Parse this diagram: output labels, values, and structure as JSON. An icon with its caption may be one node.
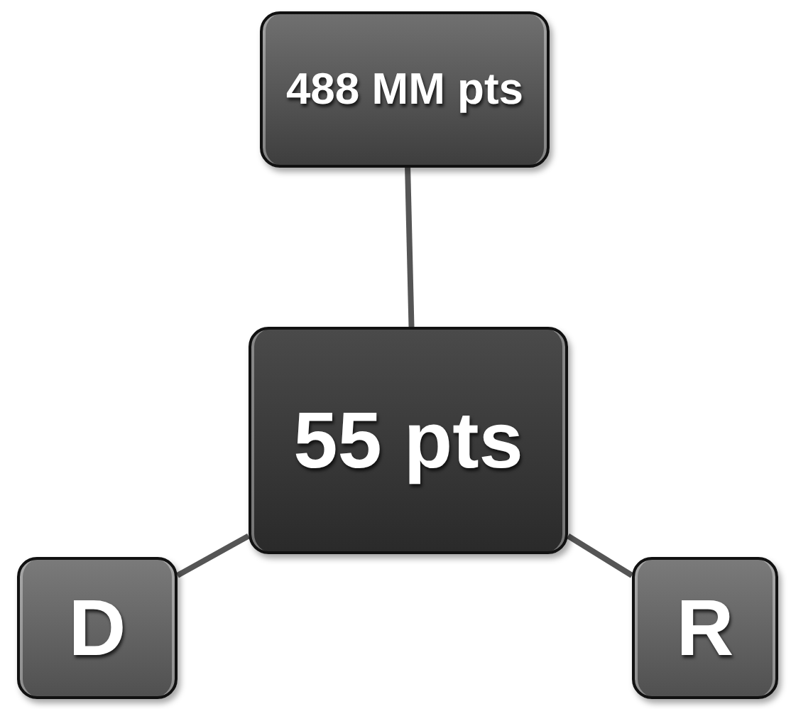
{
  "diagram": {
    "nodes": [
      {
        "text": [
          "488 MM pts"
        ]
      },
      {
        "text": [
          "55 pts"
        ]
      },
      {
        "text": [
          "D"
        ]
      },
      {
        "text": [
          "R"
        ]
      }
    ],
    "edges": [
      {
        "from": 0,
        "to": 1,
        "arrow": "none"
      },
      {
        "from": 1,
        "to": 2,
        "arrow": "none"
      },
      {
        "from": 1,
        "to": 3,
        "arrow": "none"
      }
    ]
  }
}
